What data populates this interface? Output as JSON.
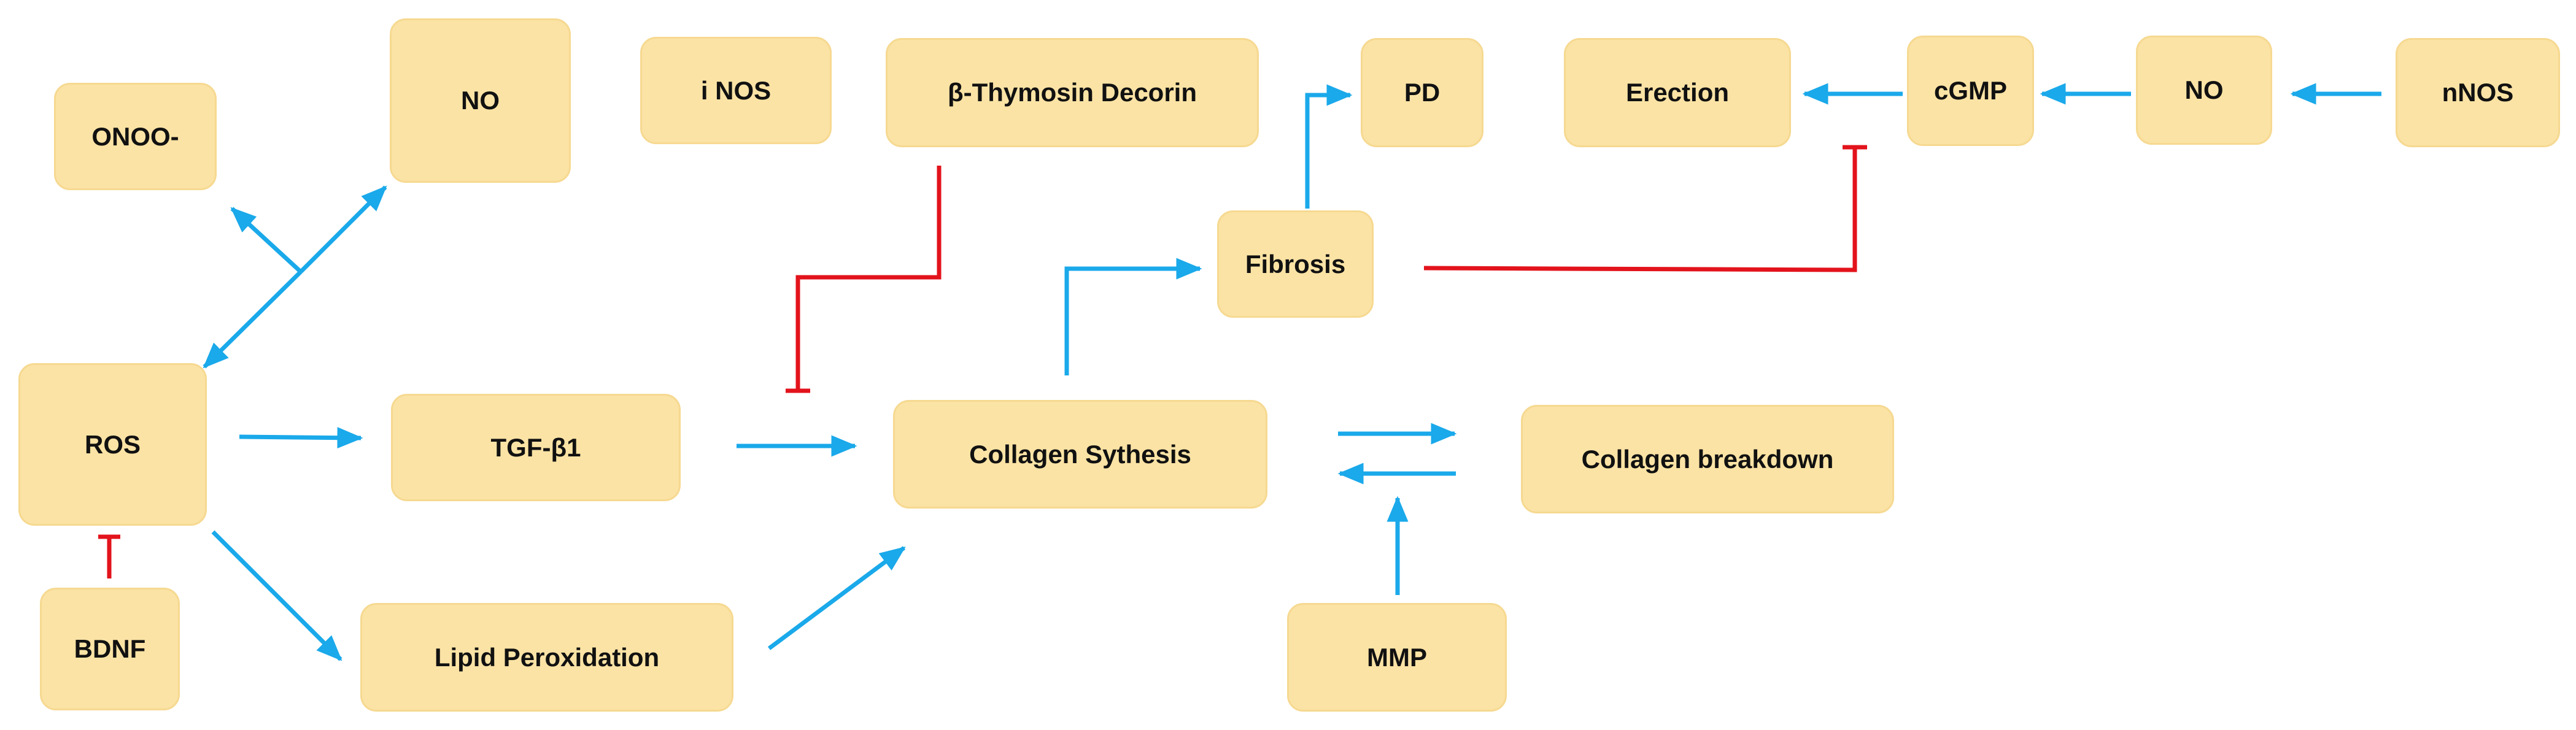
{
  "colors": {
    "node_fill": "#fbe3a5",
    "node_border": "#f6d991",
    "activation_arrow": "#1aa9ea",
    "inhibition_line": "#e3131c",
    "text": "#111111"
  },
  "nodes": {
    "onoo": "ONOO-",
    "no_top_left": "NO",
    "inos": "i NOS",
    "thymosin_decorin": "β-Thymosin Decorin",
    "pd": "PD",
    "erection": "Erection",
    "cgmp": "cGMP",
    "no_top_right": "NO",
    "nnos": "nNOS",
    "fibrosis": "Fibrosis",
    "ros": "ROS",
    "tgf_beta1": "TGF-β1",
    "collagen_synthesis": "Collagen Sythesis",
    "collagen_breakdown": "Collagen breakdown",
    "bdnf": "BDNF",
    "lipid_peroxidation": "Lipid Peroxidation",
    "mmp": "MMP"
  },
  "relations": [
    {
      "from": "nnos",
      "to": "no_top_right",
      "type": "activation"
    },
    {
      "from": "no_top_right",
      "to": "cgmp",
      "type": "activation"
    },
    {
      "from": "cgmp",
      "to": "erection",
      "type": "activation"
    },
    {
      "from": "fibrosis",
      "to": "cgmp",
      "type": "inhibition"
    },
    {
      "from": "fibrosis",
      "to": "pd",
      "type": "activation"
    },
    {
      "from": "collagen_synthesis",
      "to": "fibrosis",
      "type": "activation"
    },
    {
      "from": "thymosin_decorin",
      "to": "tgf_beta1",
      "type": "inhibition"
    },
    {
      "from": "tgf_beta1",
      "to": "collagen_synthesis",
      "type": "activation"
    },
    {
      "from": "ros",
      "to": "tgf_beta1",
      "type": "activation"
    },
    {
      "from": "ros",
      "to": "lipid_peroxidation",
      "type": "activation"
    },
    {
      "from": "lipid_peroxidation",
      "to": "collagen_synthesis",
      "type": "activation"
    },
    {
      "from": "collagen_synthesis",
      "to": "collagen_breakdown",
      "type": "reversible"
    },
    {
      "from": "mmp",
      "to": "collagen_breakdown",
      "type": "activation"
    },
    {
      "from": "bdnf",
      "to": "ros",
      "type": "inhibition"
    },
    {
      "from": "no_top_left",
      "to": "ros",
      "type": "bidirectional"
    },
    {
      "from": "ros",
      "to": "onoo",
      "type": "activation"
    }
  ]
}
